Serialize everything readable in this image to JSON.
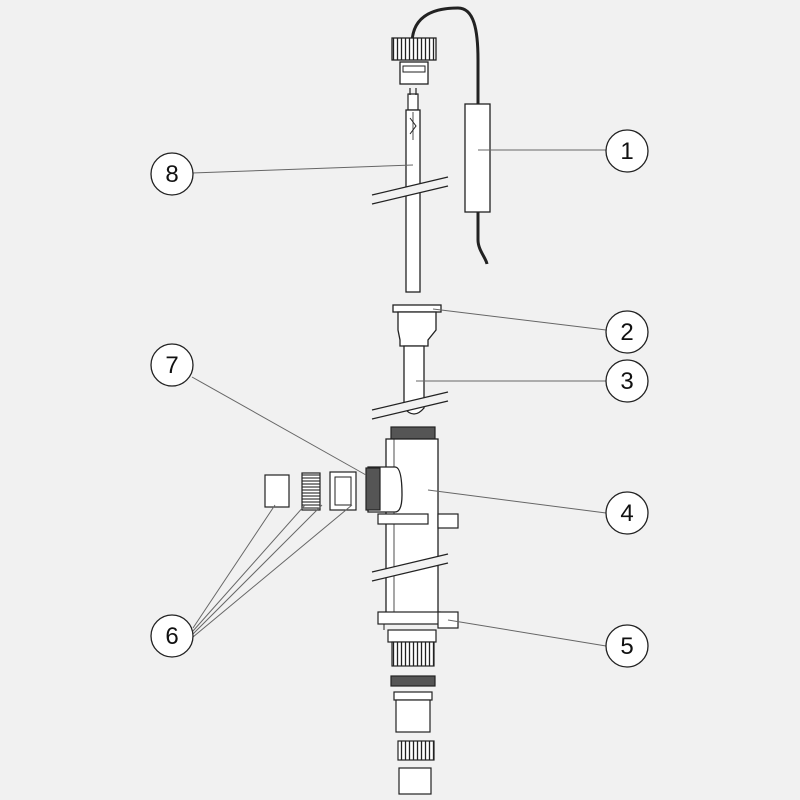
{
  "colors": {
    "background": "#f1f1f1",
    "line": "#222222",
    "fill": "#ffffff",
    "dark": "#555555"
  },
  "callouts": {
    "c1": "1",
    "c2": "2",
    "c3": "3",
    "c4": "4",
    "c5": "5",
    "c6": "6",
    "c7": "7",
    "c8": "8"
  }
}
